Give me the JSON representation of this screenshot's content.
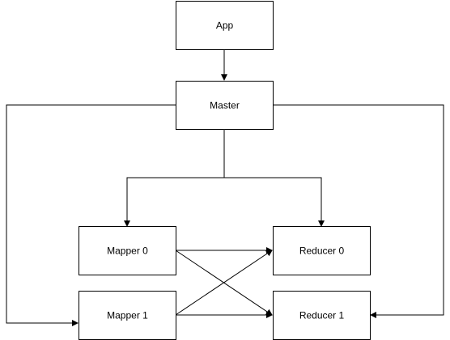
{
  "nodes": {
    "app": "App",
    "master": "Master",
    "mapper0": "Mapper 0",
    "mapper1": "Mapper 1",
    "reducer0": "Reducer 0",
    "reducer1": "Reducer 1"
  },
  "edges": [
    {
      "from": "App",
      "to": "Master"
    },
    {
      "from": "Master",
      "to": "Mapper 0"
    },
    {
      "from": "Master",
      "to": "Reducer 0"
    },
    {
      "from": "Master",
      "to": "Mapper 1"
    },
    {
      "from": "Master",
      "to": "Reducer 1"
    },
    {
      "from": "Mapper 0",
      "to": "Reducer 0"
    },
    {
      "from": "Mapper 0",
      "to": "Reducer 1"
    },
    {
      "from": "Mapper 1",
      "to": "Reducer 0"
    },
    {
      "from": "Mapper 1",
      "to": "Reducer 1"
    }
  ],
  "colors": {
    "stroke": "#000000",
    "fill": "#ffffff",
    "background": "#ffffff"
  }
}
